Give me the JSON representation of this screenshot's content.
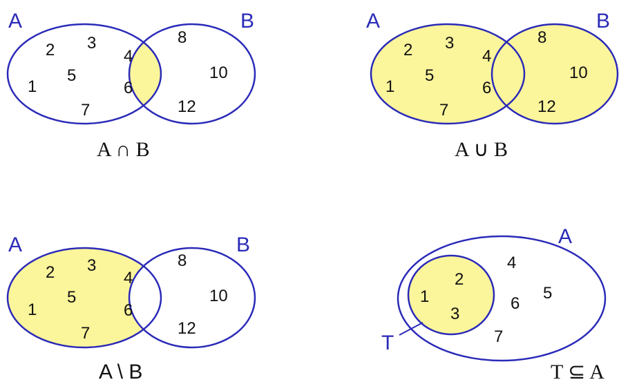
{
  "colors": {
    "outline": "#2a2ab8",
    "fill": "#fbf59b",
    "text": "#111111"
  },
  "intersection": {
    "label_a": "A",
    "label_b": "B",
    "only_a": [
      "2",
      "3",
      "5",
      "1",
      "7"
    ],
    "both": [
      "4",
      "6"
    ],
    "only_b": [
      "8",
      "10",
      "12"
    ],
    "caption": "A ∩ B"
  },
  "union": {
    "label_a": "A",
    "label_b": "B",
    "only_a": [
      "2",
      "3",
      "5",
      "1",
      "7"
    ],
    "both": [
      "4",
      "6"
    ],
    "only_b": [
      "8",
      "10",
      "12"
    ],
    "caption": "A ∪ B"
  },
  "difference": {
    "label_a": "A",
    "label_b": "B",
    "only_a": [
      "2",
      "3",
      "5",
      "1",
      "7"
    ],
    "both": [
      "4",
      "6"
    ],
    "only_b": [
      "8",
      "10",
      "12"
    ],
    "caption": "A \\ B"
  },
  "subset": {
    "label_a": "A",
    "label_t": "T",
    "inner": [
      "2",
      "1",
      "3"
    ],
    "outer": [
      "4",
      "5",
      "6",
      "7"
    ],
    "caption": "T ⊆ A"
  }
}
